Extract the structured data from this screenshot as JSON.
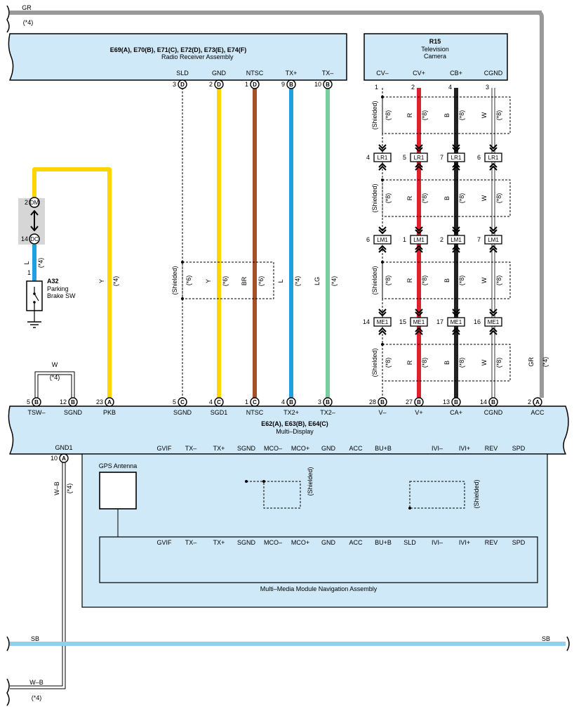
{
  "colors": {
    "box_fill": "#cfe9f8",
    "Y": "#ffd500",
    "BR": "#a0522d",
    "L": "#1ea0e0",
    "LG": "#7ecba0",
    "R": "#e0202a",
    "B": "#222222",
    "GR": "#999999",
    "SB": "#8fd0f0",
    "shade": "#d6d6d6"
  },
  "top_gr": {
    "label": "GR",
    "note": "(*4)"
  },
  "gr_vertical": {
    "label": "GR",
    "note": "(*4)"
  },
  "radio": {
    "title": "E69(A), E70(B), E71(C), E72(D), E73(E), E74(F)",
    "subtitle": "Radio Receiver Assembly",
    "pins": [
      {
        "name": "SLD",
        "num": "3",
        "conn": "D"
      },
      {
        "name": "GND",
        "num": "2",
        "conn": "D"
      },
      {
        "name": "NTSC",
        "num": "1",
        "conn": "D"
      },
      {
        "name": "TX+",
        "num": "9",
        "conn": "B"
      },
      {
        "name": "TX–",
        "num": "10",
        "conn": "B"
      }
    ]
  },
  "camera": {
    "code": "R15",
    "line1": "Television",
    "line2": "Camera",
    "pins": [
      {
        "name": "CV–",
        "num": "1"
      },
      {
        "name": "CV+",
        "num": "2"
      },
      {
        "name": "CB+",
        "num": "4"
      },
      {
        "name": "CGND",
        "num": "3"
      }
    ]
  },
  "radio_wires": [
    {
      "label": "",
      "note": ""
    },
    {
      "label": "Y",
      "note": "(*6)"
    },
    {
      "label": "BR",
      "note": "(*6)"
    },
    {
      "label": "L",
      "note": "(*4)"
    },
    {
      "label": "LG",
      "note": "(*4)"
    }
  ],
  "radio_shield": "(Shielded)",
  "radio_shield_note": "(*6)",
  "camera_wire_labels": [
    "R",
    "B",
    "W"
  ],
  "camera_wire_note": "(*8)",
  "camera_shield": "(Shielded)",
  "junctions": [
    {
      "code": "LR1",
      "pins": [
        "4",
        "5",
        "7",
        "6"
      ]
    },
    {
      "code": "LM1",
      "pins": [
        "6",
        "1",
        "2",
        "7"
      ]
    },
    {
      "code": "ME1",
      "pins": [
        "14",
        "15",
        "17",
        "16"
      ]
    }
  ],
  "dm_dc": {
    "top_num": "2",
    "top_code": "DM",
    "bot_num": "14",
    "bot_code": "DC"
  },
  "pkb_wire": {
    "label": "Y",
    "note": "(*4)"
  },
  "l_wire": {
    "label": "L",
    "note": "(*4)"
  },
  "switch": {
    "num": "1",
    "code": "A32",
    "line1": "Parking",
    "line2": "Brake SW"
  },
  "w_loop": {
    "label": "W",
    "note": "(*4)"
  },
  "multi": {
    "title": "E62(A), E63(B), E64(C)",
    "subtitle": "Multi–Display",
    "top_pins": [
      {
        "name": "TSW–",
        "num": "5",
        "conn": "B"
      },
      {
        "name": "SGND",
        "num": "12",
        "conn": "B"
      },
      {
        "name": "PKB",
        "num": "23",
        "conn": "A"
      },
      {
        "name": "SGND",
        "num": "5",
        "conn": "C"
      },
      {
        "name": "SGD1",
        "num": "4",
        "conn": "C"
      },
      {
        "name": "NTSC",
        "num": "1",
        "conn": "C"
      },
      {
        "name": "TX2+",
        "num": "4",
        "conn": "B"
      },
      {
        "name": "TX2–",
        "num": "3",
        "conn": "B"
      },
      {
        "name": "V–",
        "num": "28",
        "conn": "B"
      },
      {
        "name": "V+",
        "num": "27",
        "conn": "B"
      },
      {
        "name": "CA+",
        "num": "13",
        "conn": "B"
      },
      {
        "name": "CGND",
        "num": "14",
        "conn": "B"
      },
      {
        "name": "ACC",
        "num": "2",
        "conn": "A"
      }
    ],
    "gnd_pin": {
      "name": "GND1",
      "num": "10",
      "conn": "A"
    }
  },
  "internal_labels": [
    "GVIF",
    "TX–",
    "TX+",
    "SGND",
    "MCO–",
    "MCO+",
    "GND",
    "ACC",
    "BU+B",
    "IVI–",
    "IVI+",
    "REV",
    "SPD"
  ],
  "nav_labels": [
    "GVIF",
    "TX–",
    "TX+",
    "SGND",
    "MCO–",
    "MCO+",
    "GND",
    "ACC",
    "BU+B",
    "SLD",
    "IVI–",
    "IVI+",
    "REV",
    "SPD"
  ],
  "internal_shield": "(Shielded)",
  "gps": "GPS Antenna",
  "nav_title": "Multi–Media Module Navigation Assembly",
  "wb_wire": {
    "label": "W–B",
    "note": "(*4)"
  },
  "sb_bus": {
    "label_left": "SB",
    "label_right": "SB"
  },
  "wb_bottom": {
    "label": "W–B",
    "note": "(*4)"
  }
}
